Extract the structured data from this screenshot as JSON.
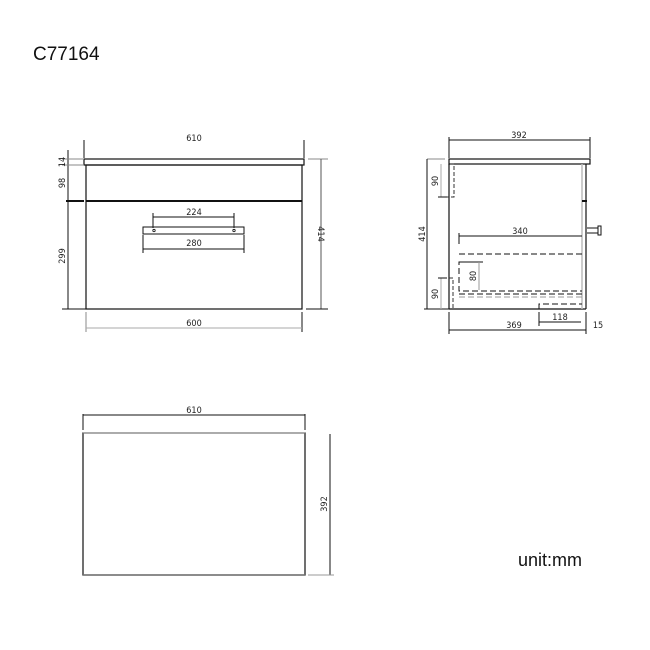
{
  "drawing": {
    "model_code": "C77164",
    "unit_label": "unit:mm"
  },
  "front_view": {
    "overall_width": "610",
    "body_width": "600",
    "overall_height": "414",
    "top_thickness": "14",
    "drawer_front_upper": "98",
    "drawer_front_lower": "299",
    "handle_hole_spacing": "224",
    "handle_length": "280"
  },
  "side_view": {
    "overall_depth": "392",
    "overall_height": "414",
    "upper_recess": "90",
    "lower_recess": "90",
    "drawer_depth": "340",
    "drawer_height": "80",
    "body_depth": "369",
    "bottom_cutout": "118",
    "front_thickness": "15"
  },
  "top_view": {
    "width": "610",
    "depth": "392"
  }
}
